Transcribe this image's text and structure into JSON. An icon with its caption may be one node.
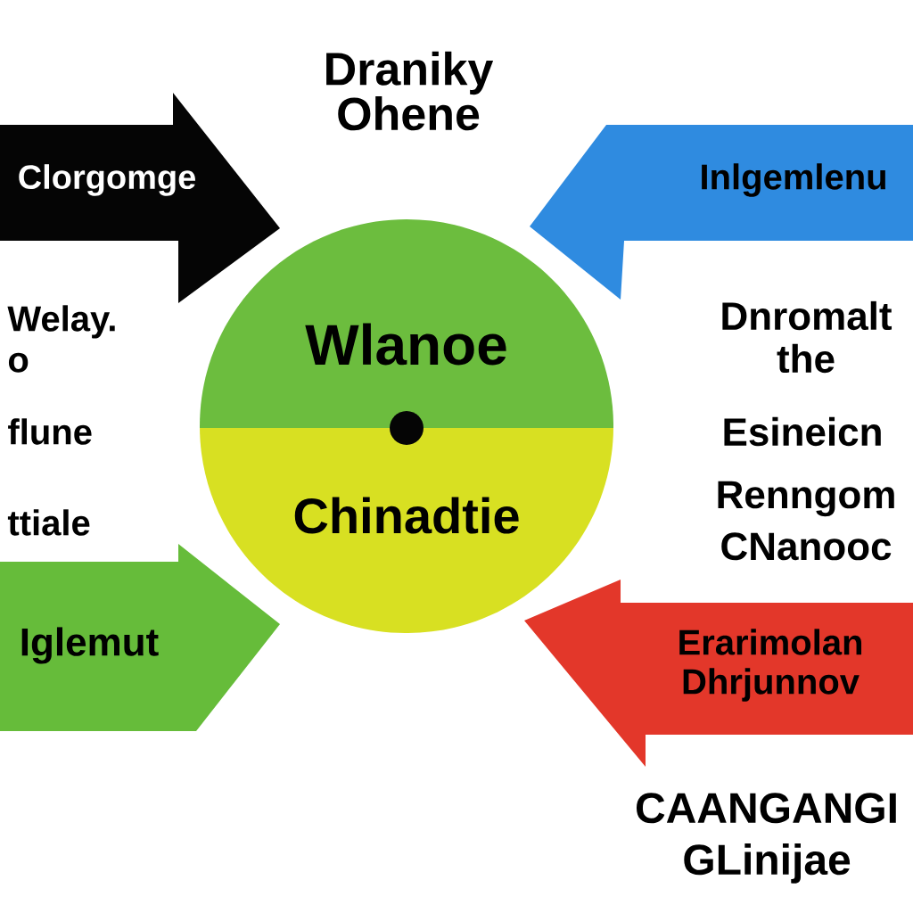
{
  "diagram": {
    "title": "Draniky Ohene",
    "nodes": [
      {
        "text": [
          "Clorgomge"
        ]
      },
      {
        "text": [
          "Inlgemlenu"
        ]
      },
      {
        "text": [
          "Wlanoe",
          "Chinadtie"
        ]
      },
      {
        "text": [
          "Iglemut"
        ]
      },
      {
        "text": [
          "Erarimolan Dhrjunnov"
        ]
      }
    ],
    "labels": [
      "Welay. o",
      "Dnromalt the",
      "flune",
      "Esineicn",
      "ttiale",
      "Renngom CNanooc",
      "CAANGANGI GLinijae"
    ]
  }
}
